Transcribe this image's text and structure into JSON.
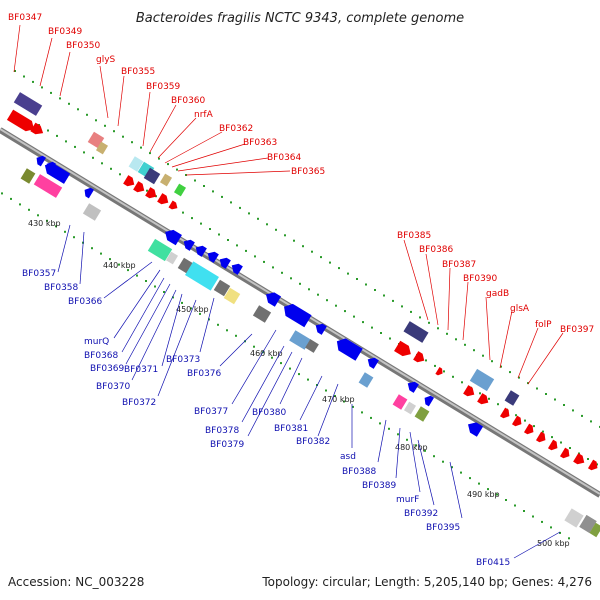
{
  "title": "Bacteroides fragilis NCTC 9343, complete genome",
  "footer": {
    "accession": "Accession: NC_003228",
    "stats": "Topology: circular; Length: 5,205,140 bp; Genes: 4,276"
  },
  "scale_labels": [
    "430 kbp",
    "440 kbp",
    "450 kbp",
    "460 kbp",
    "470 kbp",
    "480 kbp",
    "490 kbp",
    "500 kbp"
  ],
  "forward_labels": [
    "BF0347",
    "BF0349",
    "BF0350",
    "glyS",
    "BF0355",
    "BF0359",
    "BF0360",
    "nrfA",
    "BF0362",
    "BF0363",
    "BF0364",
    "BF0365",
    "BF0385",
    "BF0386",
    "BF0387",
    "BF0390",
    "gadB",
    "glsA",
    "folP",
    "BF0397"
  ],
  "reverse_labels": [
    "BF0357",
    "BF0358",
    "BF0366",
    "murQ",
    "BF0368",
    "BF0369",
    "BF0370",
    "BF0371",
    "BF0372",
    "BF0373",
    "BF0376",
    "BF0377",
    "BF0378",
    "BF0379",
    "BF0380",
    "BF0381",
    "BF0382",
    "asd",
    "BF0388",
    "BF0389",
    "murF",
    "BF0392",
    "BF0395",
    "BF0415"
  ],
  "colors": {
    "forward_gene": "#ff0000",
    "reverse_gene": "#0000ee",
    "forward_label": "#e00000",
    "reverse_label": "#1010b0",
    "backbone": "#888888",
    "tick": "#2a9a2a"
  }
}
